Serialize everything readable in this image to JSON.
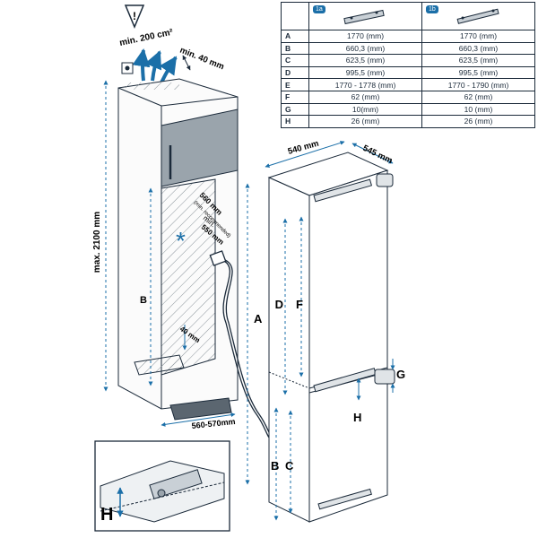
{
  "top_labels": {
    "warning": "!",
    "vent_area": "min. 200 cm²",
    "vent_depth": "min. 40 mm",
    "max_height": "max. 2100 mm"
  },
  "cabinet_labels": {
    "back_gap": "560 mm",
    "back_gap_note": "(min. recommended)",
    "min_depth": "min.",
    "min_depth_value": "550 mm",
    "bottom_vent": "40 mm",
    "niche_width": "560-570mm",
    "dim_b": "B",
    "snowflake": "*"
  },
  "appliance_labels": {
    "width": "540 mm",
    "depth": "545 mm",
    "dim_a": "A",
    "dim_b": "B",
    "dim_c": "C",
    "dim_d": "D",
    "dim_f": "F",
    "dim_g": "G",
    "dim_h": "H"
  },
  "detail_labels": {
    "dim_h": "H"
  },
  "table": {
    "headers": [
      "1a",
      "1b"
    ],
    "rows": [
      {
        "key": "A",
        "v1": "1770 (mm)",
        "v2": "1770 (mm)"
      },
      {
        "key": "B",
        "v1": "660,3 (mm)",
        "v2": "660,3 (mm)"
      },
      {
        "key": "C",
        "v1": "623,5 (mm)",
        "v2": "623,5 (mm)"
      },
      {
        "key": "D",
        "v1": "995,5 (mm)",
        "v2": "995,5 (mm)"
      },
      {
        "key": "E",
        "v1": "1770 - 1778 (mm)",
        "v2": "1770 - 1790 (mm)"
      },
      {
        "key": "F",
        "v1": "62 (mm)",
        "v2": "62 (mm)"
      },
      {
        "key": "G",
        "v1": "10(mm)",
        "v2": "10 (mm)"
      },
      {
        "key": "H",
        "v1": "26 (mm)",
        "v2": "26 (mm)"
      }
    ]
  },
  "colors": {
    "line": "#1b2a3a",
    "accent": "#1b6fa8",
    "panel": "#9aa4ac"
  }
}
